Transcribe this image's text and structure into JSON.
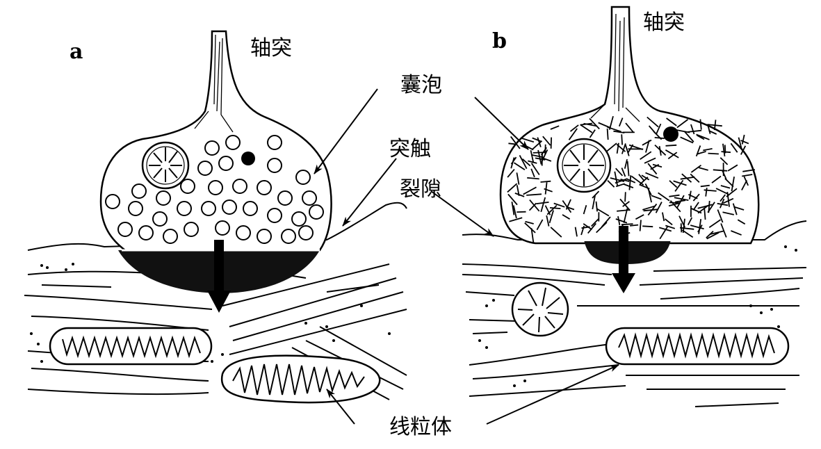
{
  "panels": {
    "a": "a",
    "b": "b"
  },
  "labels": {
    "axon_a": "轴突",
    "axon_b": "轴突",
    "vesicle": "囊泡",
    "synaptic_cleft_1": "突触",
    "synaptic_cleft_2": "裂隙",
    "mitochondria": "线粒体"
  }
}
